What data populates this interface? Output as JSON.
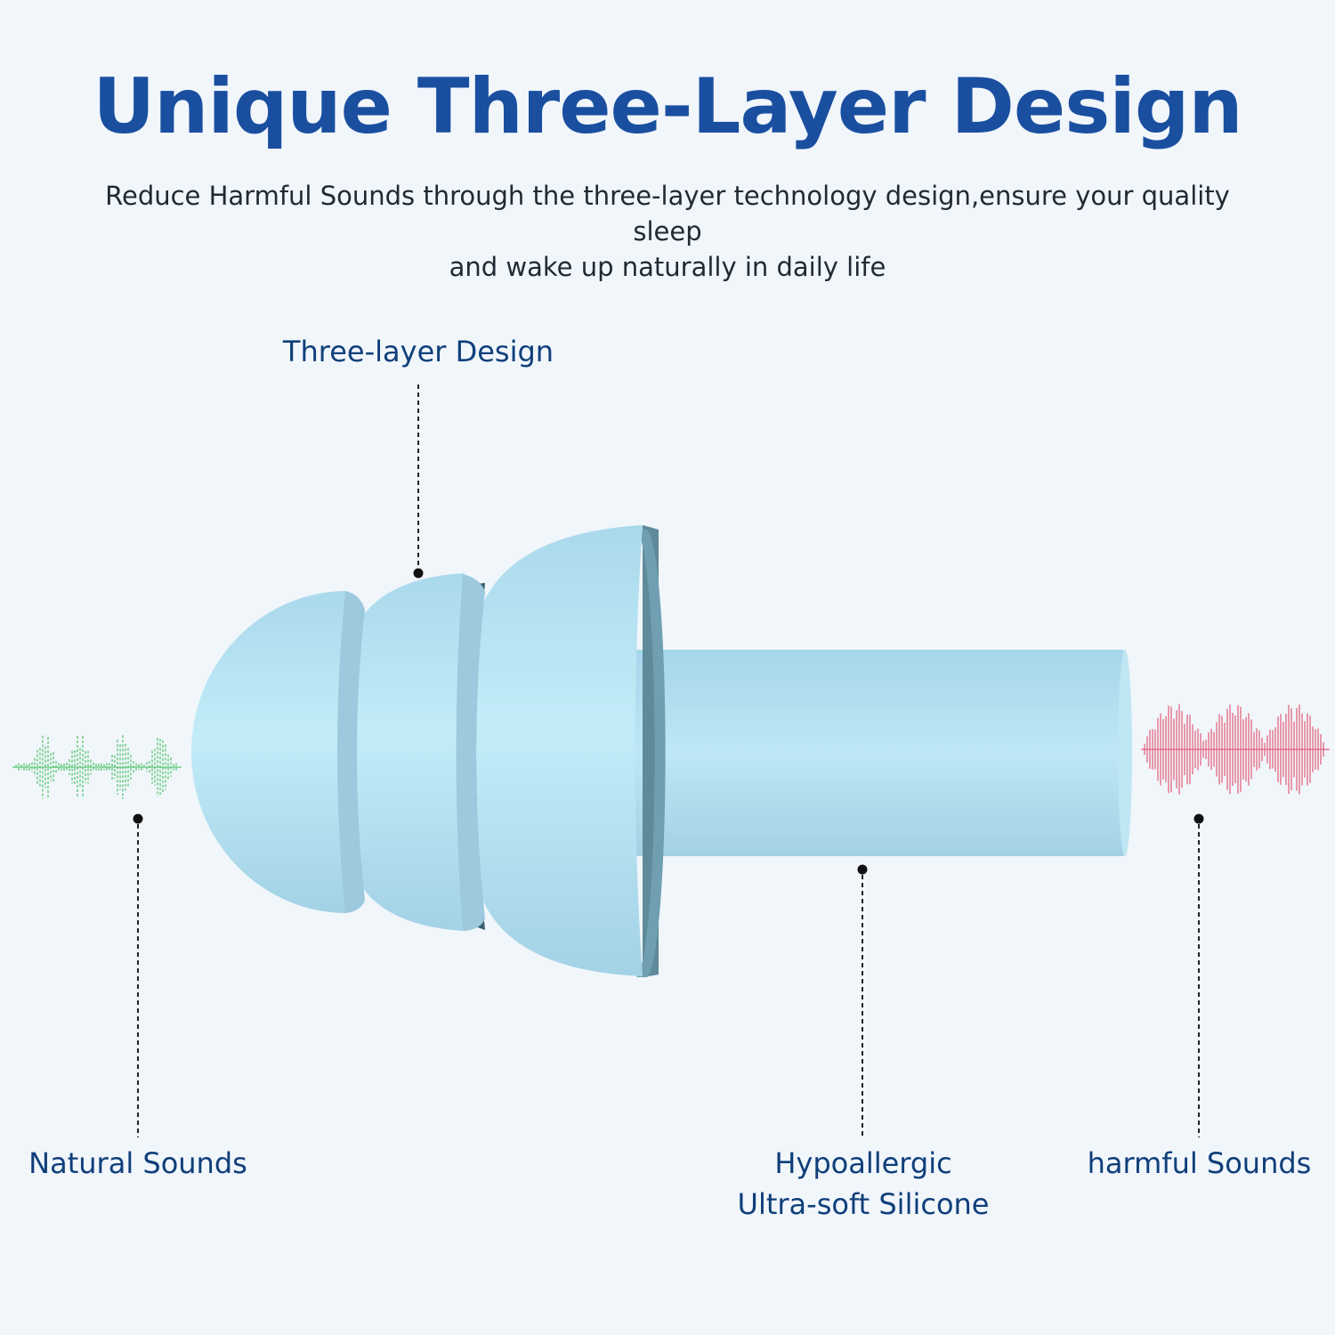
{
  "title": "Unique Three-Layer Design",
  "subtitle": {
    "line1": "Reduce Harmful Sounds through the three-layer technology design,ensure your quality sleep",
    "line2": "and wake up naturally in daily life"
  },
  "callouts": {
    "three_layer": "Three-layer Design",
    "natural_sounds": "Natural Sounds",
    "silicone_line1": "Hypoallergic",
    "silicone_line2": "Ultra-soft Silicone",
    "harmful_sounds": "harmful Sounds"
  },
  "colors": {
    "background": "#f1f6fb",
    "title": "#1a4fa0",
    "label": "#0f3f7a",
    "earplug": "#b9e4f2",
    "natural_wave": "#5ec777",
    "harmful_wave": "#e45a78"
  },
  "icons": {
    "earplug": "earplug-illustration",
    "natural_wave": "sound-wave-icon",
    "harmful_wave": "sound-wave-icon"
  }
}
